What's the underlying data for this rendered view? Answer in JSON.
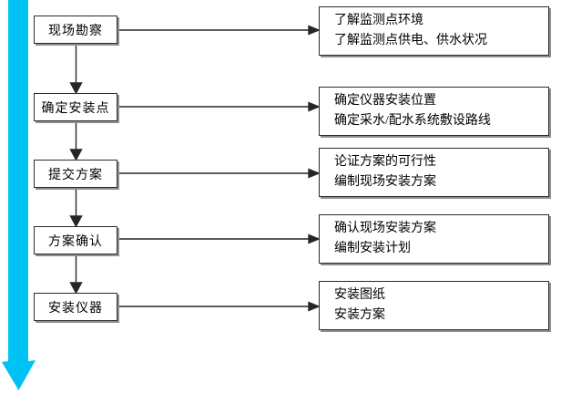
{
  "colors": {
    "big_arrow": "#00C2F3",
    "connector": "#262626",
    "box_border": "#2b2b2b",
    "box_shadow": "#8f8f8f",
    "text": "#000000"
  },
  "flow": {
    "steps": [
      {
        "label": "现场勘察",
        "details": [
          "了解监测点环境",
          "了解监测点供电、供水状况"
        ]
      },
      {
        "label": "确定安装点",
        "details": [
          "确定仪器安装位置",
          "确定采水/配水系统敷设路线"
        ]
      },
      {
        "label": "提交方案",
        "details": [
          "论证方案的可行性",
          "编制现场安装方案"
        ]
      },
      {
        "label": "方案确认",
        "details": [
          "确认现场安装方案",
          "编制安装计划"
        ]
      },
      {
        "label": "安装仪器",
        "details": [
          "安装图纸",
          "安装方案"
        ]
      }
    ]
  }
}
